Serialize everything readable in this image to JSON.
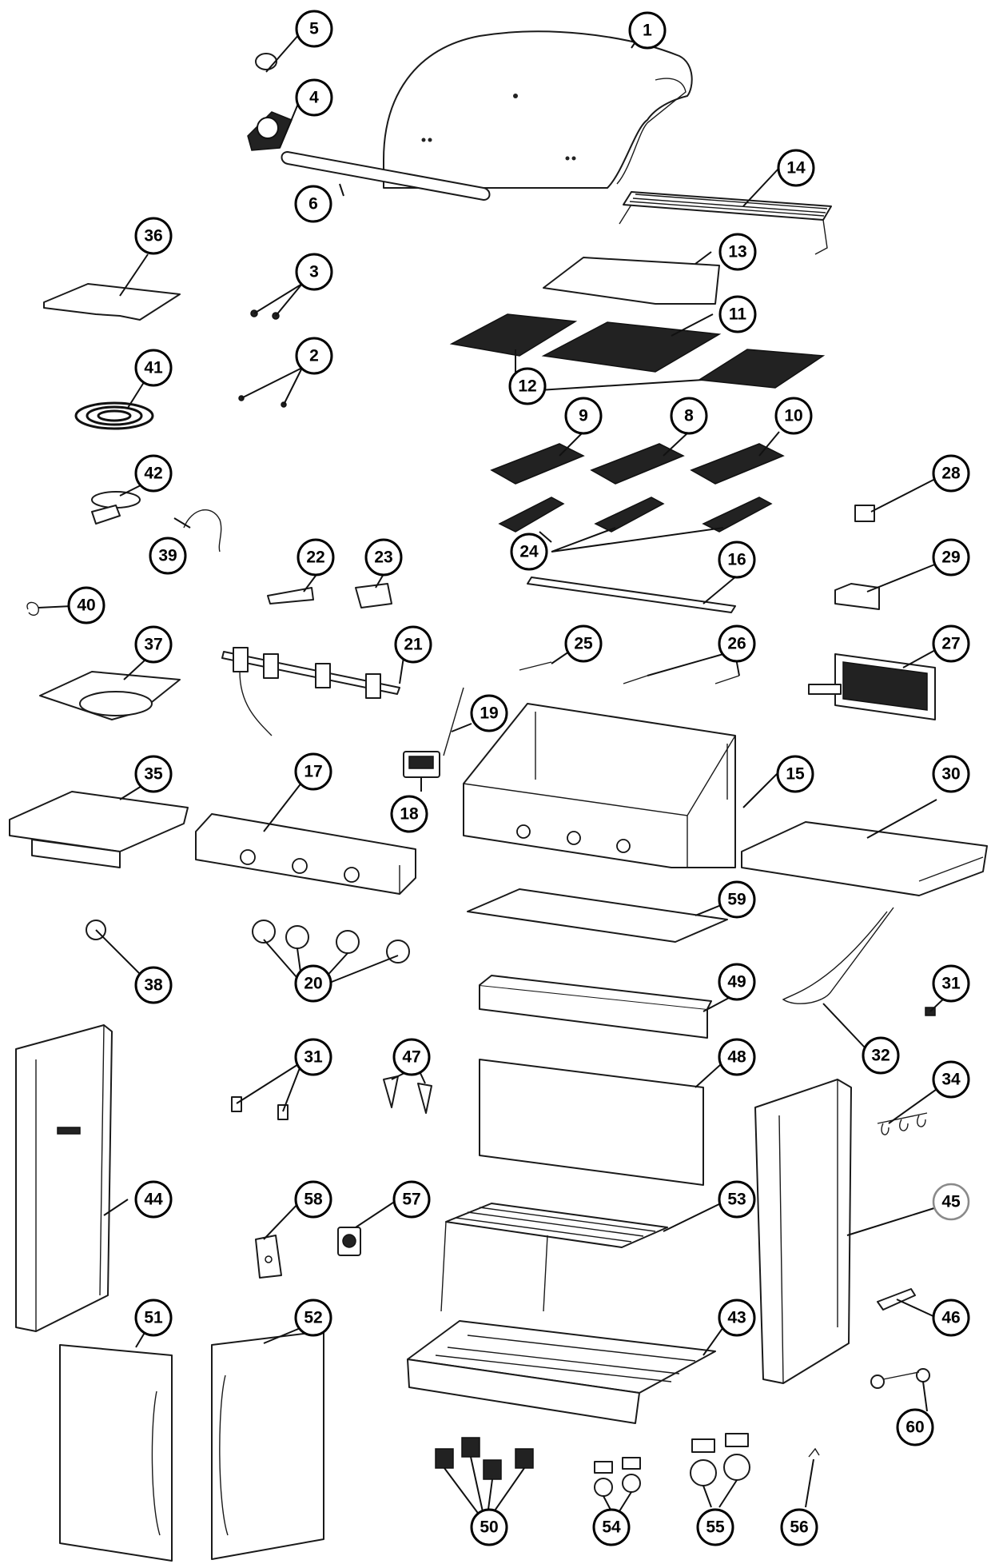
{
  "callouts": [
    {
      "id": "1",
      "label": "1"
    },
    {
      "id": "2",
      "label": "2"
    },
    {
      "id": "3",
      "label": "3"
    },
    {
      "id": "4",
      "label": "4"
    },
    {
      "id": "5",
      "label": "5"
    },
    {
      "id": "6",
      "label": "6"
    },
    {
      "id": "8",
      "label": "8"
    },
    {
      "id": "9",
      "label": "9"
    },
    {
      "id": "10",
      "label": "10"
    },
    {
      "id": "11",
      "label": "11"
    },
    {
      "id": "12",
      "label": "12"
    },
    {
      "id": "13",
      "label": "13"
    },
    {
      "id": "14",
      "label": "14"
    },
    {
      "id": "15",
      "label": "15"
    },
    {
      "id": "16",
      "label": "16"
    },
    {
      "id": "17",
      "label": "17"
    },
    {
      "id": "18",
      "label": "18"
    },
    {
      "id": "19",
      "label": "19"
    },
    {
      "id": "20",
      "label": "20"
    },
    {
      "id": "21",
      "label": "21"
    },
    {
      "id": "22",
      "label": "22"
    },
    {
      "id": "23",
      "label": "23"
    },
    {
      "id": "24",
      "label": "24"
    },
    {
      "id": "25",
      "label": "25"
    },
    {
      "id": "26",
      "label": "26"
    },
    {
      "id": "27",
      "label": "27"
    },
    {
      "id": "28",
      "label": "28"
    },
    {
      "id": "29",
      "label": "29"
    },
    {
      "id": "30",
      "label": "30"
    },
    {
      "id": "31a",
      "label": "31"
    },
    {
      "id": "31b",
      "label": "31"
    },
    {
      "id": "32",
      "label": "32"
    },
    {
      "id": "34",
      "label": "34"
    },
    {
      "id": "35",
      "label": "35"
    },
    {
      "id": "36",
      "label": "36"
    },
    {
      "id": "37",
      "label": "37"
    },
    {
      "id": "38",
      "label": "38"
    },
    {
      "id": "39",
      "label": "39"
    },
    {
      "id": "40",
      "label": "40"
    },
    {
      "id": "41",
      "label": "41"
    },
    {
      "id": "42",
      "label": "42"
    },
    {
      "id": "43",
      "label": "43"
    },
    {
      "id": "44",
      "label": "44"
    },
    {
      "id": "45",
      "label": "45"
    },
    {
      "id": "46",
      "label": "46"
    },
    {
      "id": "47",
      "label": "47"
    },
    {
      "id": "48",
      "label": "48"
    },
    {
      "id": "49",
      "label": "49"
    },
    {
      "id": "50",
      "label": "50"
    },
    {
      "id": "51",
      "label": "51"
    },
    {
      "id": "52",
      "label": "52"
    },
    {
      "id": "53",
      "label": "53"
    },
    {
      "id": "54",
      "label": "54"
    },
    {
      "id": "55",
      "label": "55"
    },
    {
      "id": "56",
      "label": "56"
    },
    {
      "id": "57",
      "label": "57"
    },
    {
      "id": "58",
      "label": "58"
    },
    {
      "id": "59",
      "label": "59"
    },
    {
      "id": "60",
      "label": "60"
    }
  ]
}
